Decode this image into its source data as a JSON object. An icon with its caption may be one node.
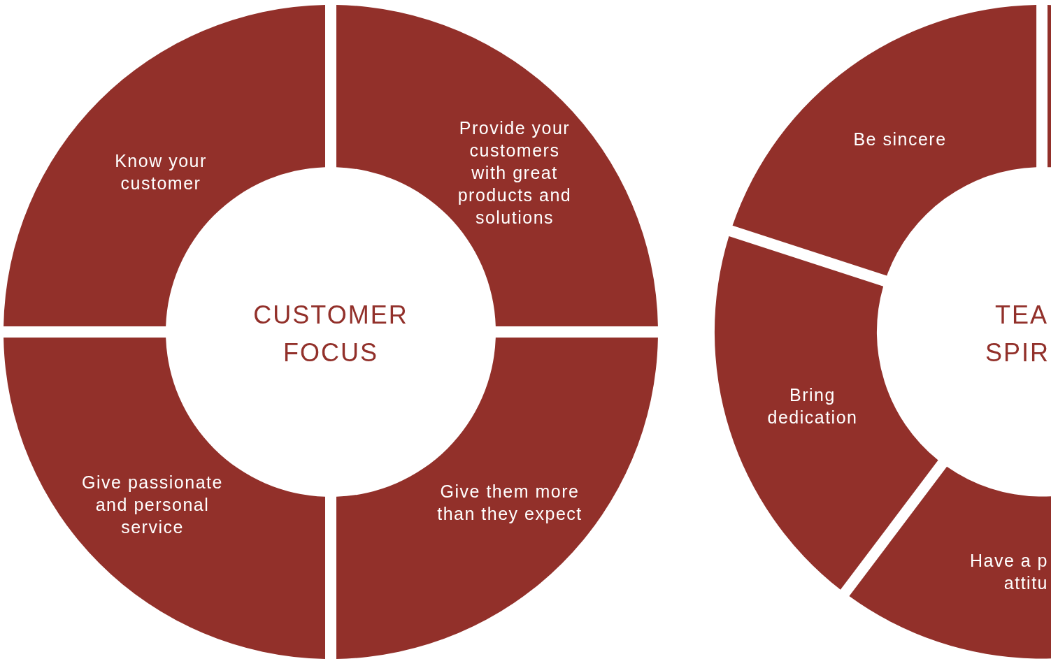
{
  "diagram": {
    "nodes": [
      {
        "text": [
          "CUSTOMER FOCUS"
        ]
      },
      {
        "text": [
          "Know your customer"
        ]
      },
      {
        "text": [
          "Provide your customers with great products and solutions"
        ]
      },
      {
        "text": [
          "Give passionate and personal service"
        ]
      },
      {
        "text": [
          "Give them more than they expect"
        ]
      },
      {
        "text": [
          "TEA SPIR"
        ]
      },
      {
        "text": [
          "Be sincere"
        ]
      },
      {
        "text": [
          "Bring dedication"
        ]
      },
      {
        "text": [
          "Have a p attitu"
        ]
      },
      {
        "text": [],
        "shape": "segment"
      }
    ],
    "edges": []
  }
}
